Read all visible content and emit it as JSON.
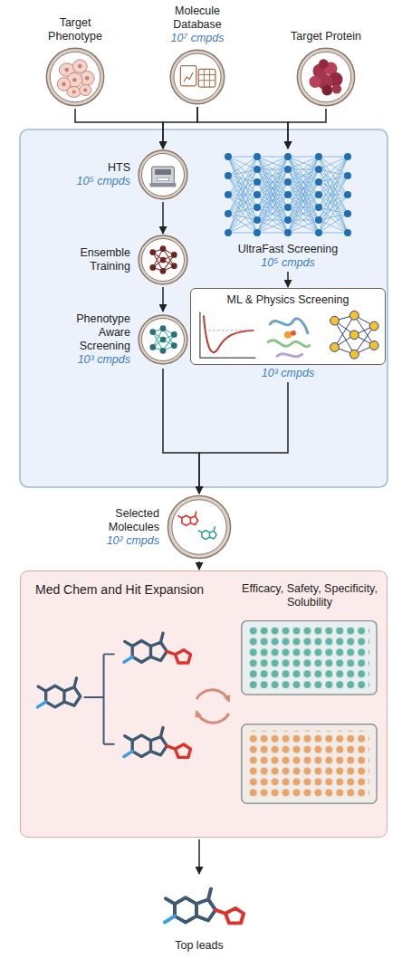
{
  "diagram": {
    "nodes": [
      {
        "text": [
          "Target Phenotype"
        ]
      },
      {
        "text": [
          "Molecule Database",
          "10⁷ cmpds"
        ]
      },
      {
        "text": [
          "Target Protein"
        ]
      },
      {
        "text": [
          "HTS",
          "10⁵ cmpds"
        ]
      },
      {
        "text": [
          "Ensemble Training"
        ]
      },
      {
        "text": [
          "Phenotype Aware Screening",
          "10³ cmpds"
        ]
      },
      {
        "text": [
          "UltraFast Screening",
          "10⁵ cmpds"
        ]
      },
      {
        "text": [
          "ML & Physics Screening",
          "10³ cmpds"
        ]
      },
      {
        "text": [
          "Selected Molecules",
          "10² cmpds"
        ]
      },
      {
        "text": [
          "Med Chem and Hit Expansion",
          "Efficacy, Safety, Specificity, Solubility"
        ]
      },
      {
        "text": [
          "Top leads"
        ]
      }
    ],
    "edges": [
      {
        "from": 0,
        "to": 3,
        "arrow": "to"
      },
      {
        "from": 1,
        "to": 3,
        "arrow": "to"
      },
      {
        "from": 1,
        "to": 6,
        "arrow": "to"
      },
      {
        "from": 2,
        "to": 6,
        "arrow": "to"
      },
      {
        "from": 3,
        "to": 4,
        "arrow": "to"
      },
      {
        "from": 4,
        "to": 5,
        "arrow": "to"
      },
      {
        "from": 6,
        "to": 7,
        "arrow": "to"
      },
      {
        "from": 5,
        "to": 8,
        "arrow": "to"
      },
      {
        "from": 7,
        "to": 8,
        "arrow": "to"
      },
      {
        "from": 8,
        "to": 9,
        "arrow": "to"
      },
      {
        "from": 9,
        "to": 10,
        "arrow": "to"
      }
    ]
  }
}
